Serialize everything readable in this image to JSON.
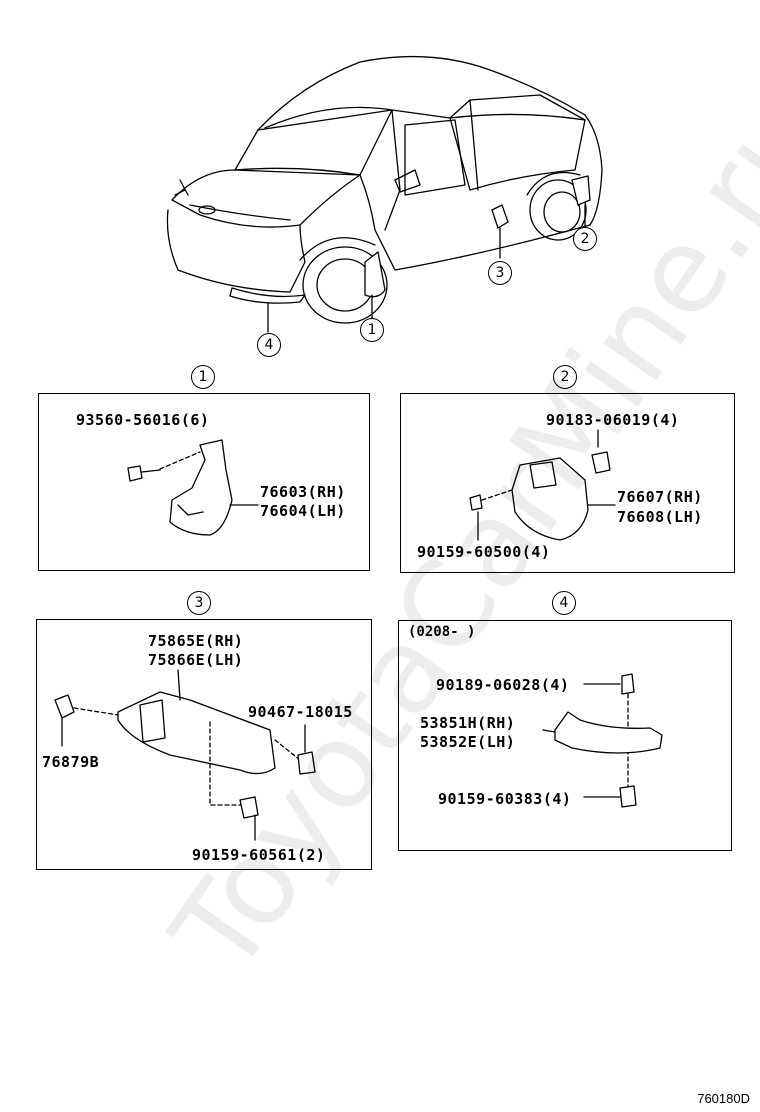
{
  "callouts": {
    "c1": "1",
    "c2": "2",
    "c3": "3",
    "c4": "4"
  },
  "panel1": {
    "bolt": "93560-56016(6)",
    "flap_rh": "76603(RH)",
    "flap_lh": "76604(LH)"
  },
  "panel2": {
    "clip": "90183-06019(4)",
    "flap_rh": "76607(RH)",
    "flap_lh": "76608(LH)",
    "screw": "90159-60500(4)"
  },
  "panel3": {
    "guard_rh": "75865E(RH)",
    "guard_lh": "75866E(LH)",
    "nut": "76879B",
    "clip": "90467-18015",
    "screw": "90159-60561(2)"
  },
  "panel4": {
    "date": "(0208-        )",
    "clip": "90189-06028(4)",
    "strip_rh": "53851H(RH)",
    "strip_lh": "53852E(LH)",
    "screw": "90159-60383(4)"
  },
  "watermark": "ToyotaCarMine.ru",
  "figure_code": "760180D"
}
